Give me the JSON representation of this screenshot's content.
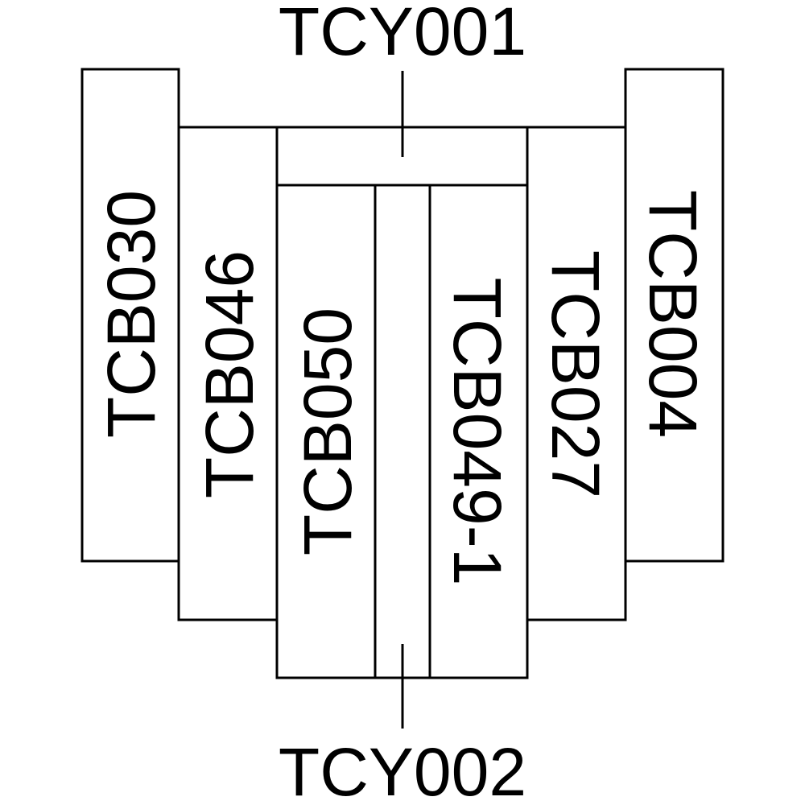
{
  "labels": {
    "top": "TCY001",
    "bottom": "TCY002",
    "blocks": [
      "TCB030",
      "TCB046",
      "TCB050",
      "TCB049-1",
      "TCB027",
      "TCB004"
    ]
  }
}
